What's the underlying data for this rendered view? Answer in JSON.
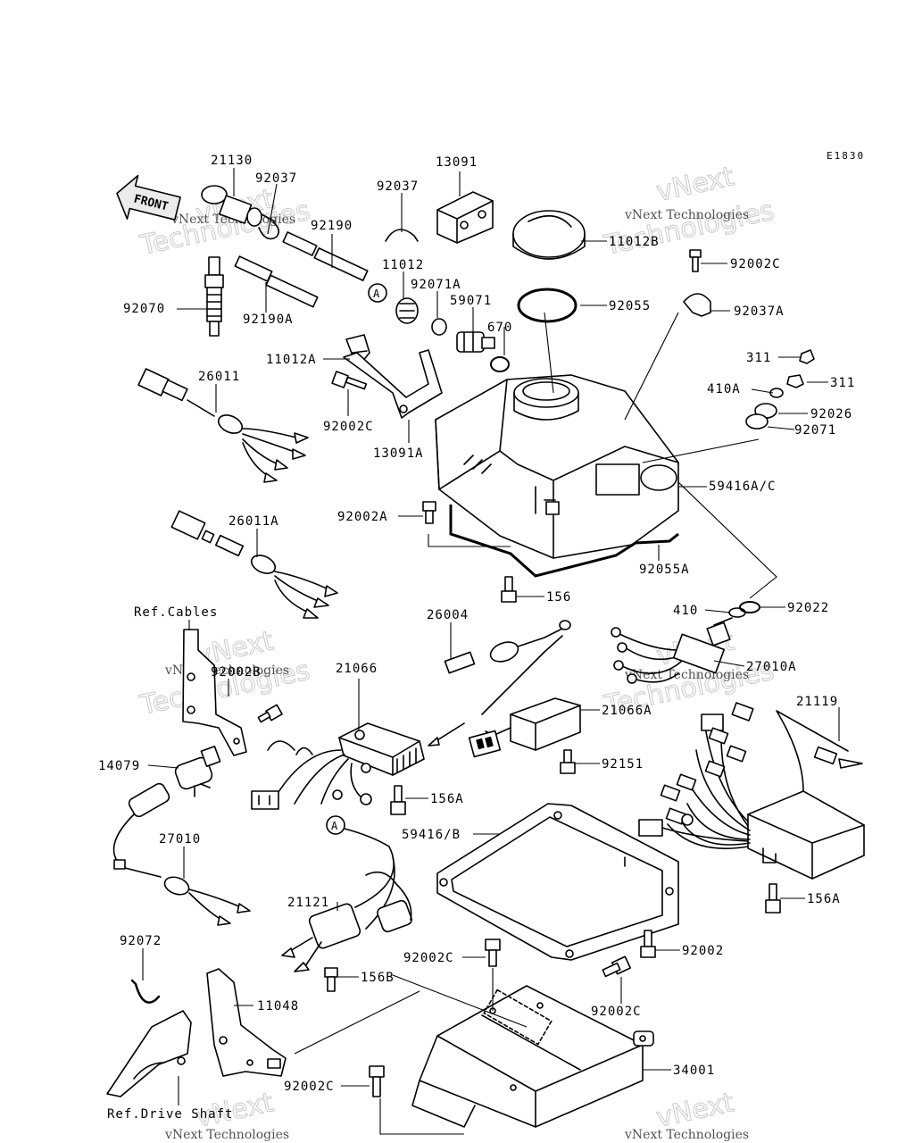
{
  "diagram_code": "E1830",
  "front_arrow": "FRONT",
  "watermark": {
    "small": "vNext Technologies",
    "big_line1": "vNext",
    "big_line2": "Technologies"
  },
  "callout_a": "A",
  "refs": {
    "cables": "Ref.Cables",
    "drive_shaft": "Ref.Drive Shaft"
  },
  "labels": {
    "p21130": "21130",
    "p92037_a": "92037",
    "p92037_b": "92037",
    "p13091": "13091",
    "p92190": "92190",
    "p92190A": "92190A",
    "p92070": "92070",
    "p11012": "11012",
    "p11012B": "11012B",
    "p92002C_top": "92002C",
    "p92071A": "92071A",
    "p59071": "59071",
    "p92055": "92055",
    "p92037A": "92037A",
    "p670": "670",
    "p11012A": "11012A",
    "p26011": "26011",
    "p311_a": "311",
    "p311_b": "311",
    "p410A": "410A",
    "p92026": "92026",
    "p92071": "92071",
    "p92002C_mid": "92002C",
    "p13091A": "13091A",
    "p59416AC": "59416A/C",
    "p92002A": "92002A",
    "p26011A": "26011A",
    "p92055A": "92055A",
    "p156_top": "156",
    "p410": "410",
    "p92022": "92022",
    "p26004": "26004",
    "p27010A": "27010A",
    "p92002B": "92002B",
    "p21066": "21066",
    "p21066A": "21066A",
    "p21119": "21119",
    "p14079": "14079",
    "p92151": "92151",
    "p156A_mid": "156A",
    "p59416B": "59416/B",
    "p27010": "27010",
    "p21121": "21121",
    "p156A_right": "156A",
    "p92072": "92072",
    "p92002C_low": "92002C",
    "p92002": "92002",
    "p156B": "156B",
    "p11048": "11048",
    "p92002C_bracket": "92002C",
    "p34001": "34001",
    "p92002C_bottom": "92002C"
  }
}
